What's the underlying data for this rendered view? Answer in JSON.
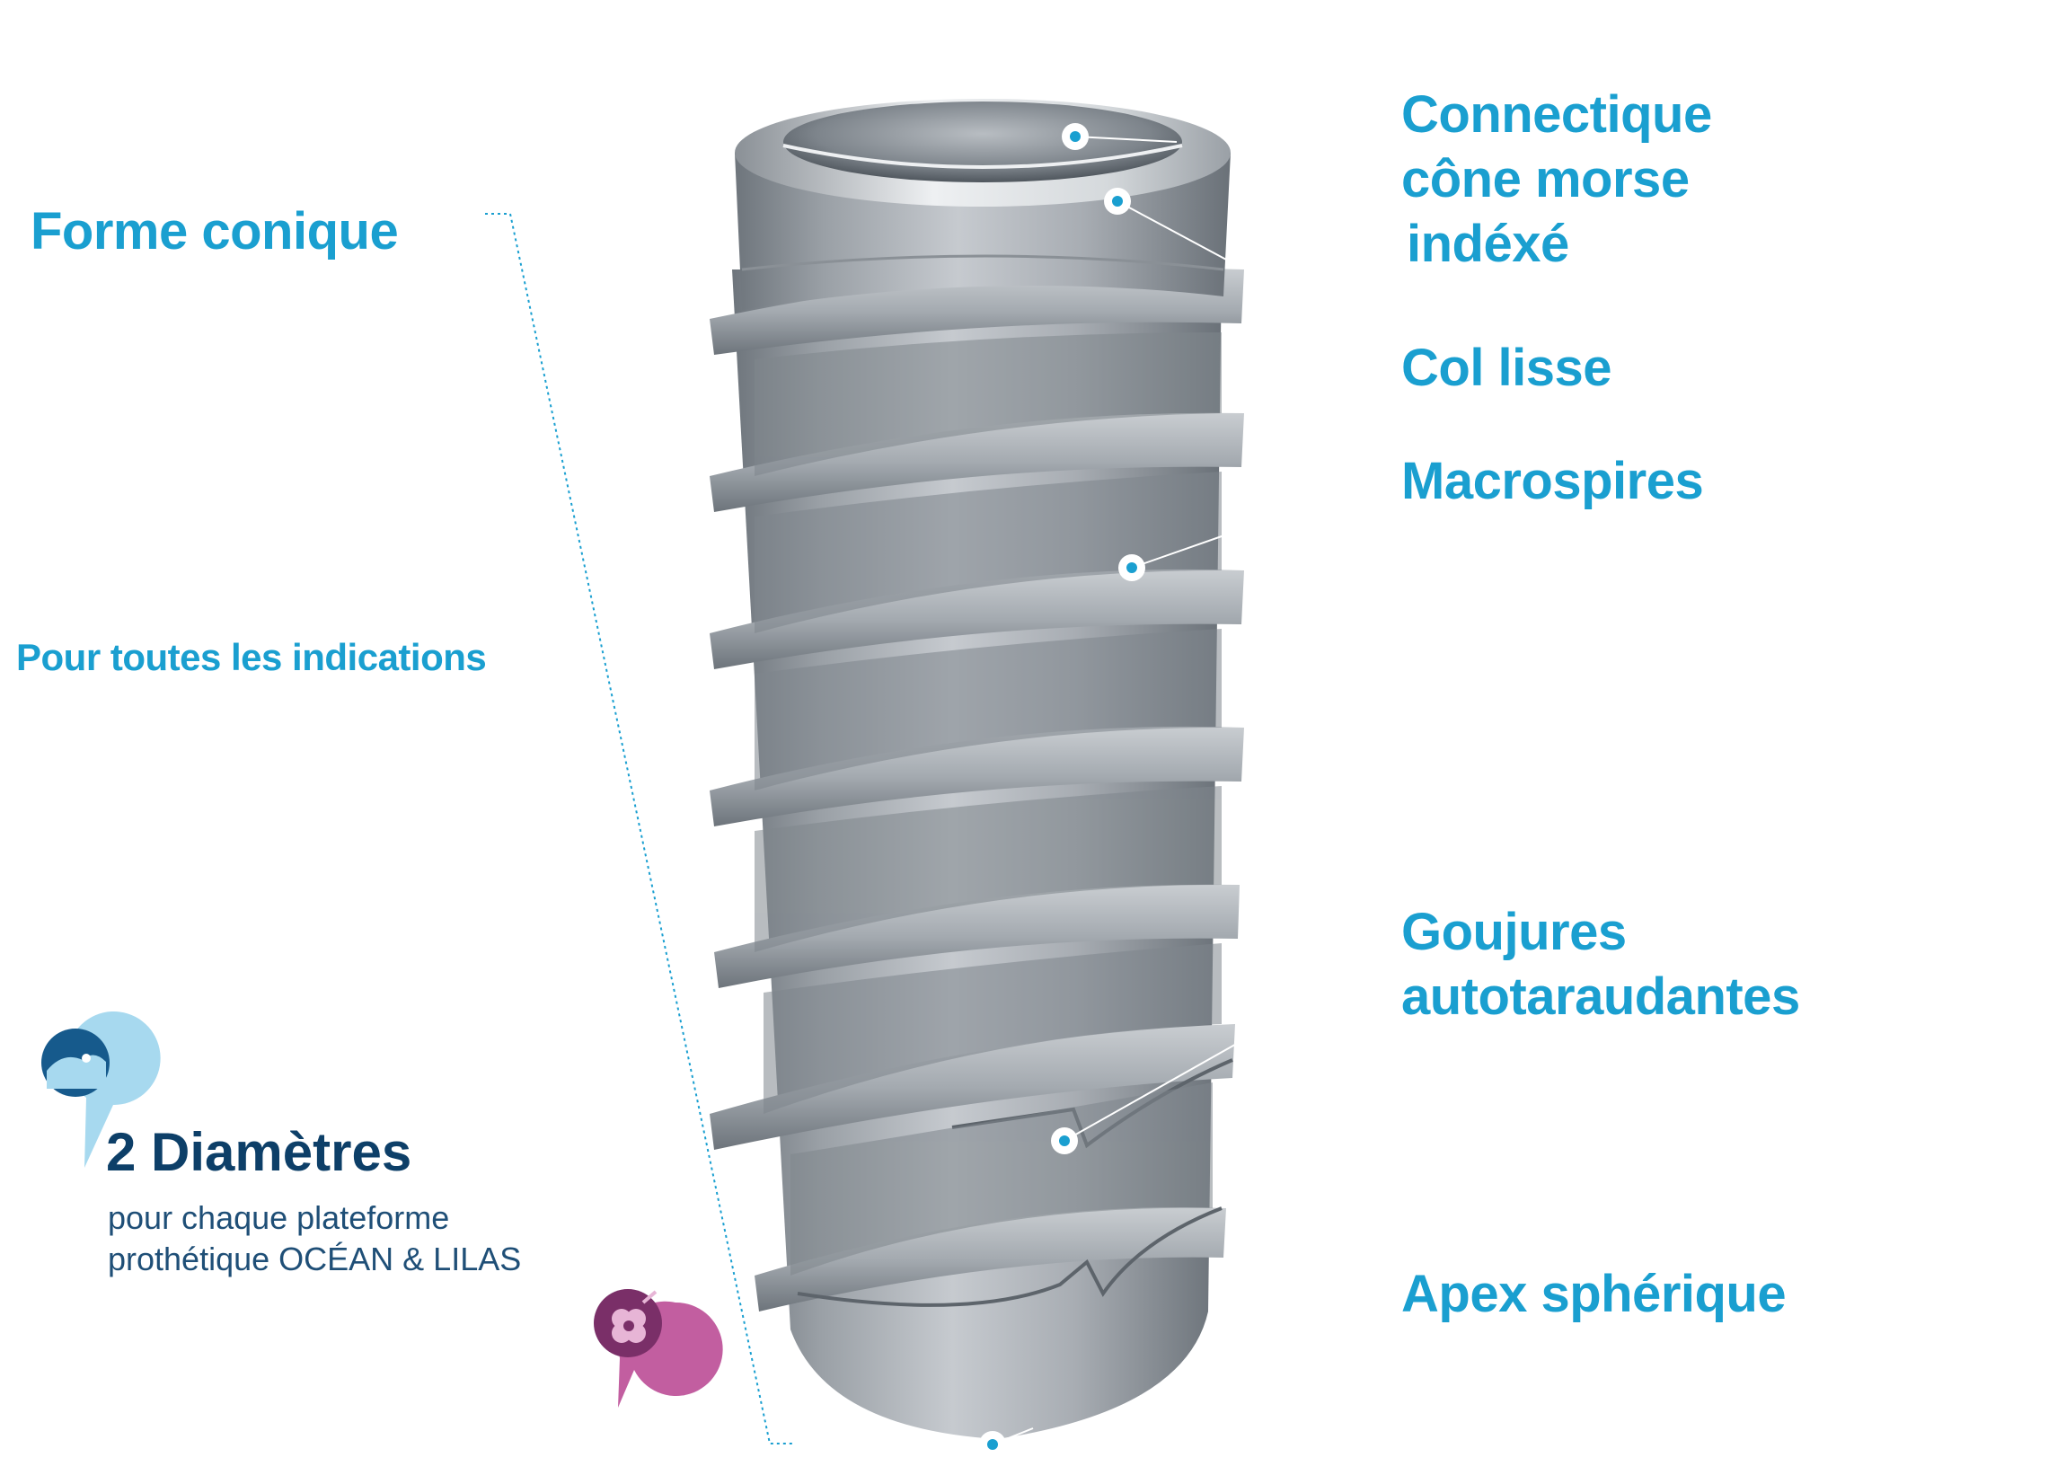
{
  "labels": {
    "forme_conique": "Forme conique",
    "pour_toutes": "Pour toutes les indications",
    "connectique": [
      "Connectique",
      "cône morse",
      "indéxé"
    ],
    "col_lisse": "Col lisse",
    "macrospires": "Macrospires",
    "goujures": [
      "Goujures",
      "autotaraudantes"
    ],
    "apex": "Apex sphérique",
    "diametres_title": "2 Diamètres",
    "diametres_sub": [
      "pour chaque plateforme",
      "prothétique OCÉAN & LILAS"
    ]
  },
  "colors": {
    "accent": "#1a9fd0",
    "dark_blue": "#0d3f68",
    "ocean_pin": "#a7d9ef",
    "ocean_inner": "#165a8c",
    "lilas_pin": "#c25ea0",
    "lilas_inner": "#7a2f68",
    "metal_light": "#c3c8cd",
    "metal_dark": "#6b7279"
  },
  "icons": {
    "ocean": "wave-pin-icon",
    "lilas": "flower-pin-icon",
    "marker": "callout-dot-icon"
  }
}
